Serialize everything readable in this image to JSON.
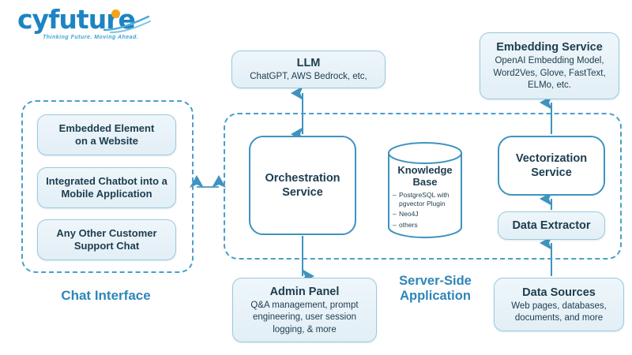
{
  "brand": {
    "name": "cyfuture",
    "tagline": "Thinking Future. Moving Ahead.",
    "word_color": "#1d84c3",
    "dot_color": "#f5a31a",
    "tagline_color": "#3ba3d6"
  },
  "theme": {
    "accent": "#2e86b8",
    "node_fill": "#e6f1f8",
    "node_border": "#9cc9dd",
    "plain_border": "#3e93bf",
    "dashed_border": "#4a9fc9",
    "text": "#1d3c4e",
    "background": "#ffffff"
  },
  "groups": {
    "chat_interface": {
      "caption": "Chat Interface",
      "items": [
        {
          "title": "Embedded Element",
          "title2": "on a Website"
        },
        {
          "title": "Integrated Chatbot into a",
          "title2": "Mobile Application"
        },
        {
          "title": "Any Other Customer",
          "title2": "Support Chat"
        }
      ]
    },
    "server_side": {
      "caption_line1": "Server-Side",
      "caption_line2": "Application"
    }
  },
  "nodes": {
    "llm": {
      "title": "LLM",
      "sub": "ChatGPT, AWS Bedrock, etc,"
    },
    "embedding_service": {
      "title": "Embedding Service",
      "sub_line1": "OpenAI Embedding Model,",
      "sub_line2": "Word2Ves, Glove, FastText,",
      "sub_line3": "ELMo, etc."
    },
    "orchestration_service": {
      "title_line1": "Orchestration",
      "title_line2": "Service"
    },
    "knowledge_base": {
      "title_line1": "Knowledge",
      "title_line2": "Base",
      "items": [
        "PostgreSQL with pgvector Plugin",
        "Neo4J",
        "others"
      ]
    },
    "vectorization_service": {
      "title_line1": "Vectorization",
      "title_line2": "Service"
    },
    "data_extractor": {
      "title": "Data Extractor"
    },
    "admin_panel": {
      "title": "Admin Panel",
      "sub_line1": "Q&A management, prompt",
      "sub_line2": "engineering, user session",
      "sub_line3": "logging, & more"
    },
    "data_sources": {
      "title": "Data Sources",
      "sub_line1": "Web pages, databases,",
      "sub_line2": "documents, and more"
    }
  },
  "connections": [
    {
      "name": "chat-to-orchestration",
      "direction": "bidirectional"
    },
    {
      "name": "orchestration-to-llm",
      "direction": "bidirectional"
    },
    {
      "name": "orchestration-to-admin",
      "direction": "down"
    },
    {
      "name": "vectorization-to-embedding",
      "direction": "up"
    },
    {
      "name": "data-extractor-to-vectorization",
      "direction": "up"
    },
    {
      "name": "data-sources-to-data-extractor",
      "direction": "up"
    }
  ]
}
